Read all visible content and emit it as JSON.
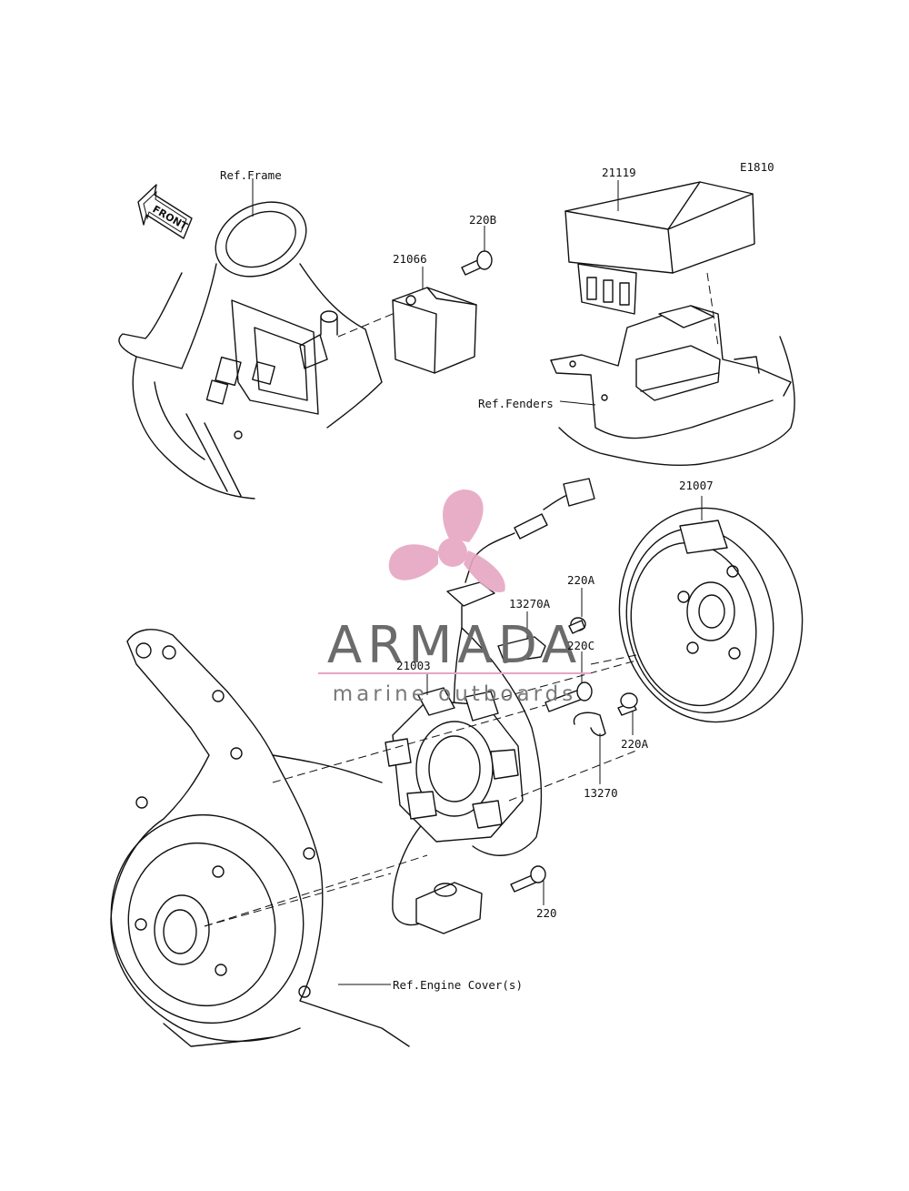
{
  "diagram_code": "E1810",
  "front_marker": "FRONT",
  "labels": {
    "ref_frame": "Ref.Frame",
    "ref_fenders": "Ref.Fenders",
    "ref_engine_cover": "Ref.Engine Cover(s)",
    "p21119": "21119",
    "p220B": "220B",
    "p21066": "21066",
    "p21007": "21007",
    "p220A_top": "220A",
    "p13270A": "13270A",
    "p220C": "220C",
    "p21003": "21003",
    "p220A_right": "220A",
    "p13270": "13270",
    "p220": "220"
  },
  "watermark": {
    "title": "ARMADA",
    "subtitle": "marine outboards",
    "accent_color": "#e6a6c3",
    "text_color": "#6b6b6b"
  }
}
